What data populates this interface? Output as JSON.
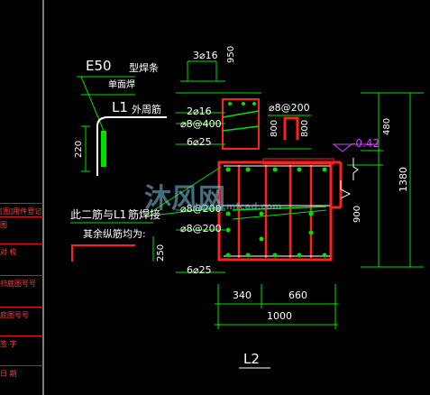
{
  "drawing": {
    "title": "L2",
    "top_rebar": "3⌀16",
    "dim_950": "950",
    "dim_480": "480",
    "dim_1380": "1380",
    "dim_900": "900",
    "dim_800_a": "800",
    "dim_800_b": "800",
    "dim_220": "220",
    "dim_250": "250",
    "dim_340": "340",
    "dim_660": "660",
    "dim_1000": "1000",
    "elevation": "-0.42",
    "rebar_2_16": "2⌀16",
    "rebar_8_400": "⌀8@400",
    "rebar_6_25_top": "6⌀25",
    "rebar_8_200_top": "⌀8@200",
    "rebar_8_200": "⌀8@200",
    "rebar_6_25_bottom": "6⌀25",
    "rebar_8_200_mid": "⌀8@200"
  },
  "annotations": {
    "e50": "E50",
    "e50_type": "型焊条",
    "single_weld": "单面焊",
    "l1_label": "L1",
    "l1_outer_stirrup": "外周筋",
    "stirrup_note": "此二筋与L1",
    "weld_note": "筋焊接",
    "other_bars_note": "其余纵筋均为:"
  },
  "title_block": {
    "row1": "[图]用件登记",
    "row2": "图",
    "row3": "对 校",
    "row4": "归底图号号",
    "row5": "底图号号",
    "row6": "签 字",
    "row7": "日 期"
  },
  "watermark": {
    "main": "沐风网",
    "sub": "www.mfcad.com"
  },
  "colors": {
    "background": "#000000",
    "rebar": "#ff2020",
    "dimension": "#00e000",
    "text": "#ffffff",
    "elevation": "#d040ff",
    "highlight": "#ffff40"
  }
}
